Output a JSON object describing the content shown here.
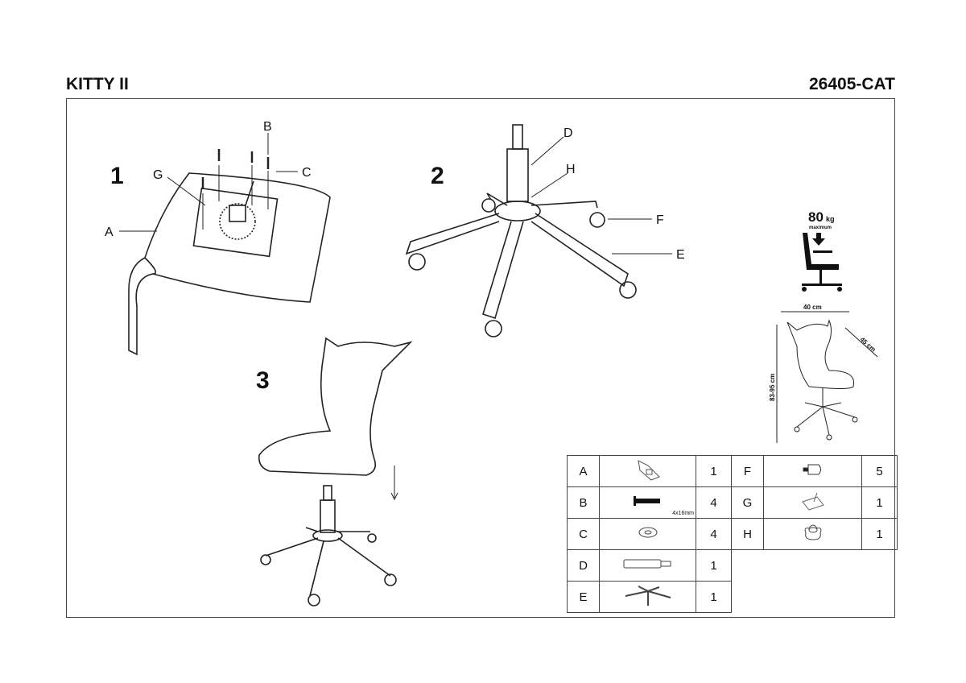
{
  "header": {
    "product_name": "KITTY II",
    "product_code": "26405-CAT"
  },
  "steps": {
    "step1": "1",
    "step2": "2",
    "step3": "3"
  },
  "callouts": {
    "A": "A",
    "B": "B",
    "C": "C",
    "D": "D",
    "E": "E",
    "F": "F",
    "G": "G",
    "H": "H"
  },
  "specs": {
    "max_load_value": "80",
    "max_load_unit": "kg",
    "max_load_note": "maximum",
    "width": "40 cm",
    "depth": "45 cm",
    "height": "83-95 cm"
  },
  "parts": [
    {
      "letter": "A",
      "qty": "1",
      "icon": "seat-icon"
    },
    {
      "letter": "B",
      "qty": "4",
      "icon": "bolt-icon",
      "size": "4x16mm"
    },
    {
      "letter": "C",
      "qty": "4",
      "icon": "washer-icon"
    },
    {
      "letter": "D",
      "qty": "1",
      "icon": "gas-lift-icon"
    },
    {
      "letter": "E",
      "qty": "1",
      "icon": "star-base-icon"
    },
    {
      "letter": "F",
      "qty": "5",
      "icon": "caster-icon"
    },
    {
      "letter": "G",
      "qty": "1",
      "icon": "mechanism-plate-icon"
    },
    {
      "letter": "H",
      "qty": "1",
      "icon": "base-cover-icon"
    }
  ]
}
